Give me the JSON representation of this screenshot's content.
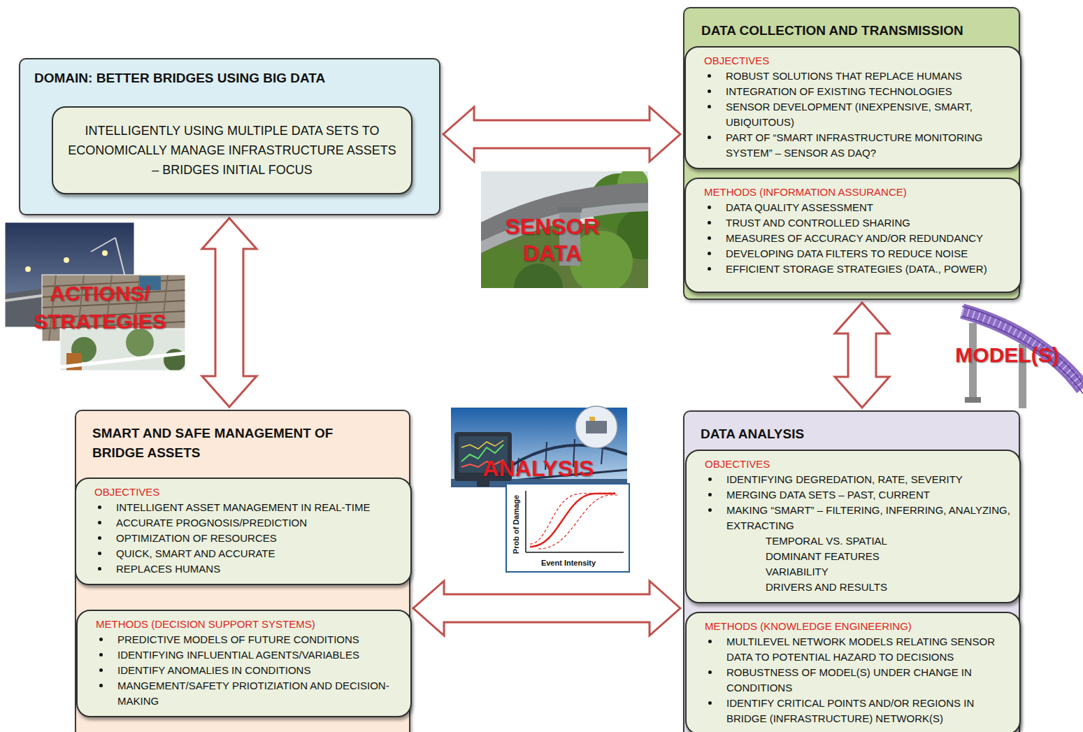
{
  "diagram": {
    "nodes": [
      {
        "text": [
          "DOMAIN: BETTER BRIDGES USING BIG DATA"
        ]
      },
      {
        "text": [
          "INTELLIGENTLY USING MULTIPLE DATA SETS TO ECONOMICALLY MANAGE INFRASTRUCTURE ASSETS – BRIDGES INITIAL FOCUS"
        ],
        "in": 0
      },
      {
        "text": [
          "DATA COLLECTION AND TRANSMISSION"
        ]
      },
      {
        "text": [
          "OBJECTIVES",
          "ROBUST SOLUTIONS THAT REPLACE HUMANS",
          "INTEGRATION OF EXISTING TECHNOLOGIES",
          "SENSOR DEVELOPMENT (INEXPENSIVE, SMART, UBIQUITOUS)",
          "PART OF “SMART INFRASTRUCTURE MONITORING SYSTEM” – SENSOR AS DAQ?"
        ],
        "in": 2
      },
      {
        "text": [
          "METHODS (INFORMATION ASSURANCE)",
          "DATA QUALITY ASSESSMENT",
          "TRUST AND CONTROLLED SHARING",
          "MEASURES OF ACCURACY AND/OR REDUNDANCY",
          "DEVELOPING DATA FILTERS TO REDUCE NOISE",
          "EFFICIENT STORAGE STRATEGIES (DATA., POWER)"
        ],
        "in": 2
      },
      {
        "text": [
          "SMART AND SAFE MANAGEMENT OF BRIDGE ASSETS"
        ]
      },
      {
        "text": [
          "OBJECTIVES",
          "INTELLIGENT ASSET MANAGEMENT IN REAL-TIME",
          "ACCURATE PROGNOSIS/PREDICTION",
          "OPTIMIZATION OF RESOURCES",
          "QUICK, SMART AND ACCURATE",
          "REPLACES HUMANS"
        ],
        "in": 5
      },
      {
        "text": [
          "METHODS (DECISION SUPPORT SYSTEMS)",
          "PREDICTIVE MODELS OF FUTURE CONDITIONS",
          "IDENTIFYING INFLUENTIAL AGENTS/VARIABLES",
          "IDENTIFY ANOMALIES IN CONDITIONS",
          "MANGEMENT/SAFETY PRIOTIZIATION AND DECISION-MAKING"
        ],
        "in": 5
      },
      {
        "text": [
          "DATA ANALYSIS"
        ]
      },
      {
        "text": [
          "OBJECTIVES",
          "IDENTIFYING DEGREDATION, RATE, SEVERITY",
          "MERGING DATA SETS – PAST, CURRENT",
          "MAKING “SMART” – FILTERING, INFERRING, ANALYZING, EXTRACTING",
          "TEMPORAL VS. SPATIAL",
          "DOMINANT FEATURES",
          "VARIABILITY",
          "DRIVERS AND RESULTS"
        ],
        "in": 8
      },
      {
        "text": [
          "METHODS (KNOWLEDGE ENGINEERING)",
          "MULTILEVEL NETWORK MODELS RELATING SENSOR DATA TO POTENTIAL HAZARD TO DECISIONS",
          "ROBUSTNESS OF MODEL(S) UNDER CHANGE IN CONDITIONS",
          "IDENTIFY CRITICAL POINTS AND/OR REGIONS IN BRIDGE (INFRASTRUCTURE) NETWORK(S)"
        ],
        "in": 8
      }
    ],
    "edges": [
      {
        "from": 0,
        "to": 2,
        "arrow": "both"
      },
      {
        "from": 2,
        "to": 8,
        "arrow": "both"
      },
      {
        "from": 8,
        "to": 5,
        "arrow": "both"
      },
      {
        "from": 5,
        "to": 0,
        "arrow": "both"
      }
    ],
    "labels": [
      "SENSOR DATA",
      "ACTIONS/ STRATEGIES",
      "ANALYSIS",
      "MODEL(S)",
      "Prob of Damage",
      "Event Intensity"
    ]
  }
}
